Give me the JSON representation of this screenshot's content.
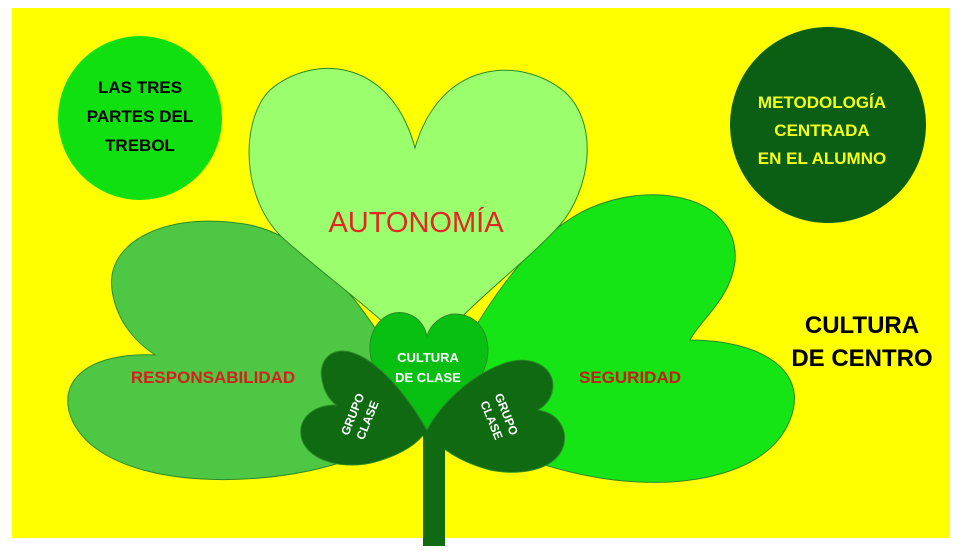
{
  "circles": {
    "left": {
      "lines": [
        "LAS TRES",
        "PARTES DEL",
        "TREBOL"
      ],
      "fill": "#11e010",
      "text_color": "#000000"
    },
    "right": {
      "lines": [
        "METODOLOGÍA",
        "CENTRADA",
        "EN EL ALUMNO"
      ],
      "fill": "#0b5f14",
      "text_color": "#f4ff1a"
    }
  },
  "leaves": {
    "top": {
      "label": "AUTONOMÍA",
      "fill": "#9bff6d",
      "text_color": "#e32626"
    },
    "left": {
      "label": "RESPONSABILIDAD",
      "fill": "#4ec844",
      "text_color": "#d6201e"
    },
    "right": {
      "label": "SEGURIDAD",
      "fill": "#16e515",
      "text_color": "#c91a16"
    }
  },
  "inner": {
    "center": {
      "lines": [
        "CULTURA",
        "DE CLASE"
      ],
      "fill": "#07c012",
      "text_color": "#ffffff"
    },
    "left": {
      "lines": [
        "GRUPO",
        "CLASE"
      ],
      "fill": "#0f6a12",
      "text_color": "#ffffff"
    },
    "right": {
      "lines": [
        "GRUPO",
        "CLASE"
      ],
      "fill": "#0f6a12",
      "text_color": "#ffffff"
    }
  },
  "outer_label": {
    "lines": [
      "CULTURA",
      "DE CENTRO"
    ],
    "color": "#000000"
  },
  "colors": {
    "background": "#ffff00",
    "stem": "#0f6a12"
  }
}
